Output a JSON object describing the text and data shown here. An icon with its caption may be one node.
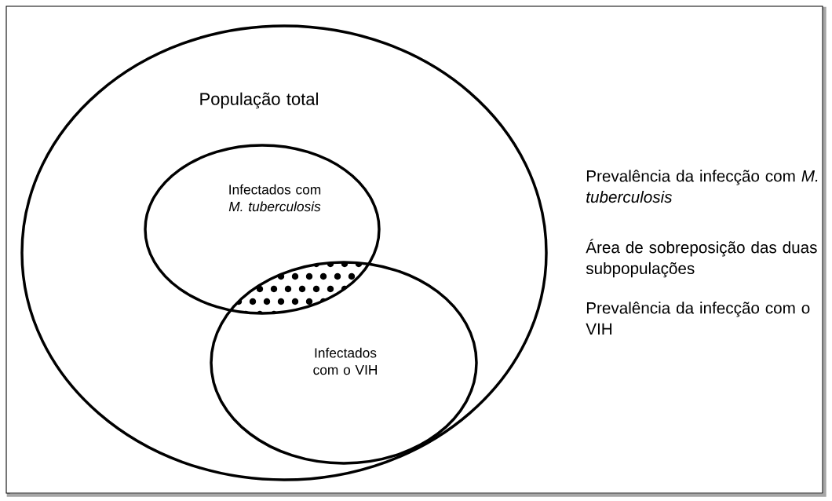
{
  "diagram": {
    "nodes": [
      {
        "text": [
          "População total"
        ]
      },
      {
        "text": [
          "Infectados com *M. tuberculosis*"
        ],
        "in": 0
      },
      {
        "text": [
          "Infectados com o VIH"
        ],
        "in": 0
      }
    ],
    "labels": [
      "Prevalência da infecção com *M. tuberculosis*",
      "Área de sobreposição das duas subpopulações",
      "Prevalência da infecção com o VIH"
    ]
  }
}
